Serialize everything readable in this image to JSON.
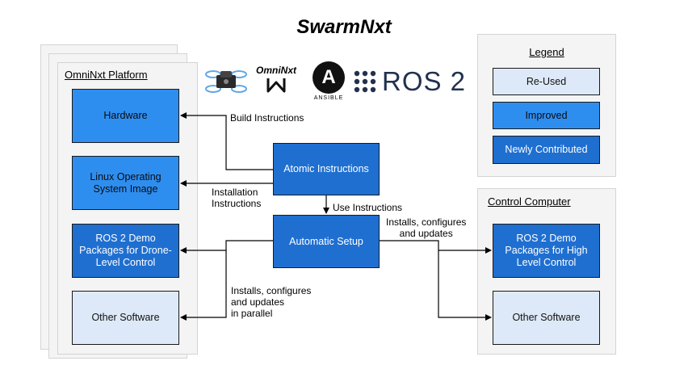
{
  "title": "SwarmNxt",
  "omninxt_panel": {
    "label": "OmniNxt Platform",
    "boxes": [
      {
        "label": "Hardware",
        "kind": "improved"
      },
      {
        "label": "Linux Operating System Image",
        "kind": "improved"
      },
      {
        "label": "ROS 2 Demo Packages for Drone-Level Control",
        "kind": "new"
      },
      {
        "label": "Other Software",
        "kind": "reused"
      }
    ]
  },
  "center": {
    "atomic": "Atomic Instructions",
    "setup": "Automatic Setup"
  },
  "edges": {
    "build": "Build Instructions",
    "installation_1": "Installation",
    "installation_2": "Instructions",
    "use": "Use Instructions",
    "installs_right_1": "Installs, configures",
    "installs_right_2": "and updates",
    "installs_left_1": "Installs, configures",
    "installs_left_2": "and updates",
    "installs_left_3": "in parallel"
  },
  "control_panel": {
    "label": "Control Computer",
    "boxes": [
      {
        "label": "ROS 2 Demo Packages for High Level Control",
        "kind": "new"
      },
      {
        "label": "Other Software",
        "kind": "reused"
      }
    ]
  },
  "legend": {
    "title": "Legend",
    "items": [
      {
        "label": "Re-Used",
        "color": "#dde9f8"
      },
      {
        "label": "Improved",
        "color": "#2e8ef0"
      },
      {
        "label": "Newly Contributed",
        "color": "#1f6fd1"
      }
    ]
  },
  "logos": {
    "omninxt": "OmniNxt",
    "ansible_letter": "A",
    "ansible": "ANSIBLE",
    "ros2": "ROS 2"
  }
}
